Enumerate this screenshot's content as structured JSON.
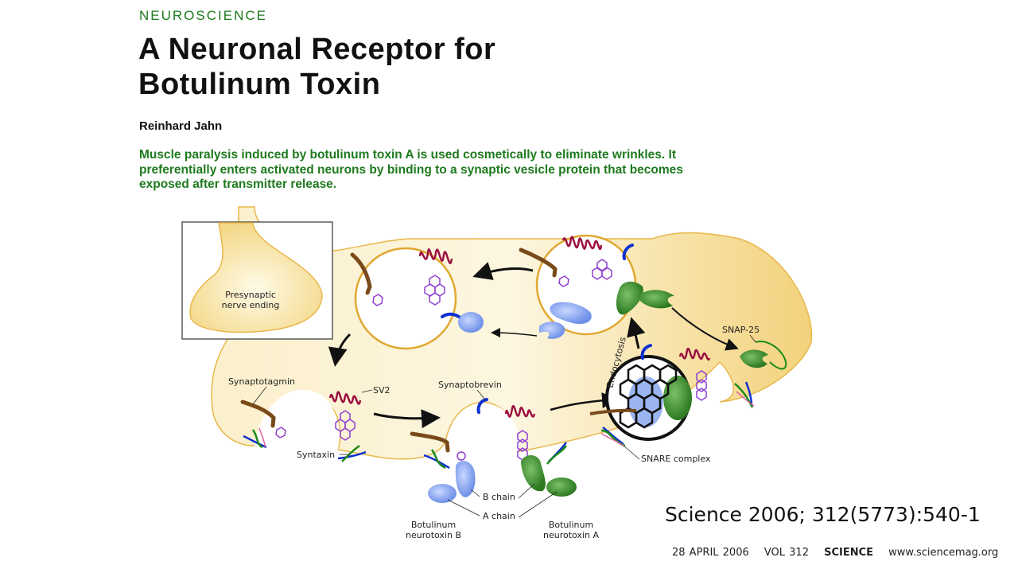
{
  "header": {
    "section": "NEUROSCIENCE",
    "title_line1": "A Neuronal Receptor for",
    "title_line2": "Botulinum Toxin",
    "author": "Reinhard Jahn",
    "abstract_lines": [
      "Muscle paralysis induced by botulinum toxin A is used cosmetically to eliminate wrinkles. It",
      "preferentially enters activated neurons by binding to a synaptic vesicle protein that becomes",
      "exposed after transmitter release."
    ]
  },
  "figure": {
    "inset_label_line1": "Presynaptic",
    "inset_label_line2": "nerve ending",
    "labels": {
      "synaptotagmin": "Synaptotagmin",
      "sv2": "SV2",
      "synaptobrevin": "Synaptobrevin",
      "syntaxin": "Syntaxin",
      "snap25": "SNAP-25",
      "snare_complex": "SNARE complex",
      "endocytosis": "Endocytosis",
      "b_chain": "B chain",
      "a_chain": "A chain",
      "toxin_b_line1": "Botulinum",
      "toxin_b_line2": "neurotoxin B",
      "toxin_a_line1": "Botulinum",
      "toxin_a_line2": "neurotoxin A"
    },
    "colors": {
      "membrane": "#f5d98a",
      "membrane_edge": "#e8b84a",
      "vesicle_edge": "#e0a830",
      "sv2": "#9b1040",
      "synaptotagmin": "#7a4a1a",
      "synaptobrevin": "#1030d0",
      "glycan": "#9040d0",
      "toxin_b": "#8aa8f0",
      "toxin_a": "#3a8a2a",
      "syntaxin_green": "#1a8a1a",
      "snare_pink": "#e060a0"
    }
  },
  "citation": "Science 2006; 312(5773):540-1",
  "footer": {
    "date": "28 APRIL 2006",
    "volume": "VOL 312",
    "magazine": "SCIENCE",
    "website": "www.sciencemag.org"
  }
}
